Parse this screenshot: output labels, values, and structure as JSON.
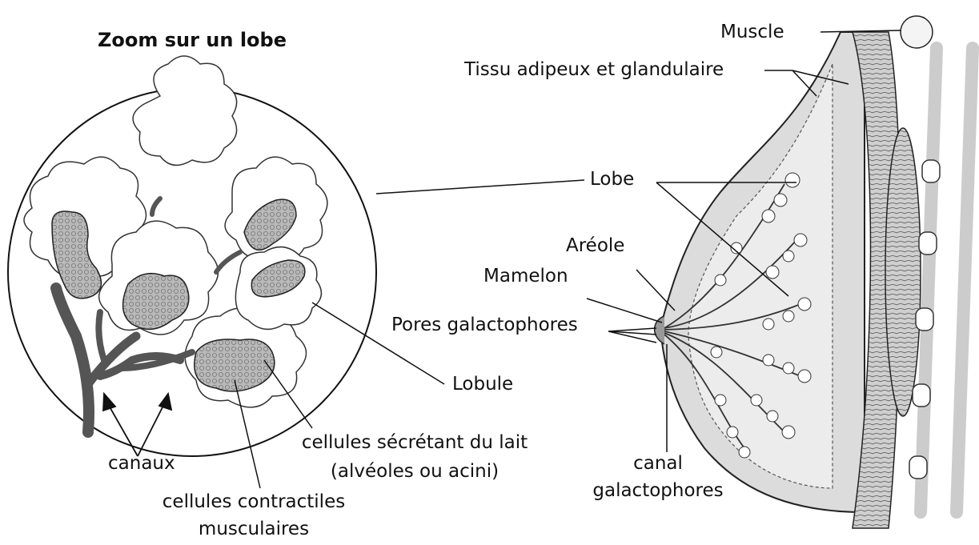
{
  "title": "Zoom sur un lobe",
  "colors": {
    "ink": "#111111",
    "tissue": "#d9d9d9",
    "alveoli_fill": "#a8a8a8",
    "duct": "#555555"
  },
  "labels": {
    "muscle": "Muscle",
    "tissu": "Tissu adipeux et glandulaire",
    "lobe": "Lobe",
    "areole": "Aréole",
    "mamelon": "Mamelon",
    "pores": "Pores galactophores",
    "lobule": "Lobule",
    "canaux": "canaux",
    "cellules_lait_1": "cellules sécrétant du lait",
    "cellules_lait_2": "(alvéoles ou acini)",
    "contractiles_1": "cellules contractiles",
    "contractiles_2": "musculaires",
    "canal_1": "canal",
    "canal_2": "galactophores"
  }
}
